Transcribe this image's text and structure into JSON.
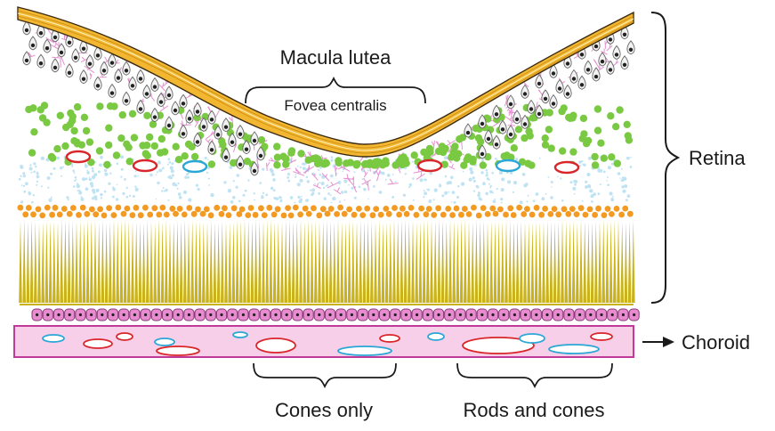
{
  "labels": {
    "macula": "Macula lutea",
    "fovea": "Fovea centralis",
    "retina": "Retina",
    "choroid": "Choroid",
    "cones_only": "Cones only",
    "rods_and_cones": "Rods and cones"
  },
  "colors": {
    "nerve_fiber_layer": "#f2b631",
    "ganglion_cell": "#222222",
    "plexiform_dendrites": "#e58fd0",
    "inner_nuclear": "#7ac943",
    "vessel_red": "#d9262a",
    "vessel_blue": "#2aa7d6",
    "outer_plexiform": "#bfe3f3",
    "outer_nuclear": "#f29a21",
    "photoreceptors": "#c9b21a",
    "pigment_epithelium": "#e68ccf",
    "choroid_fill": "#f7cfe8",
    "choroid_border": "#c03a9a"
  }
}
